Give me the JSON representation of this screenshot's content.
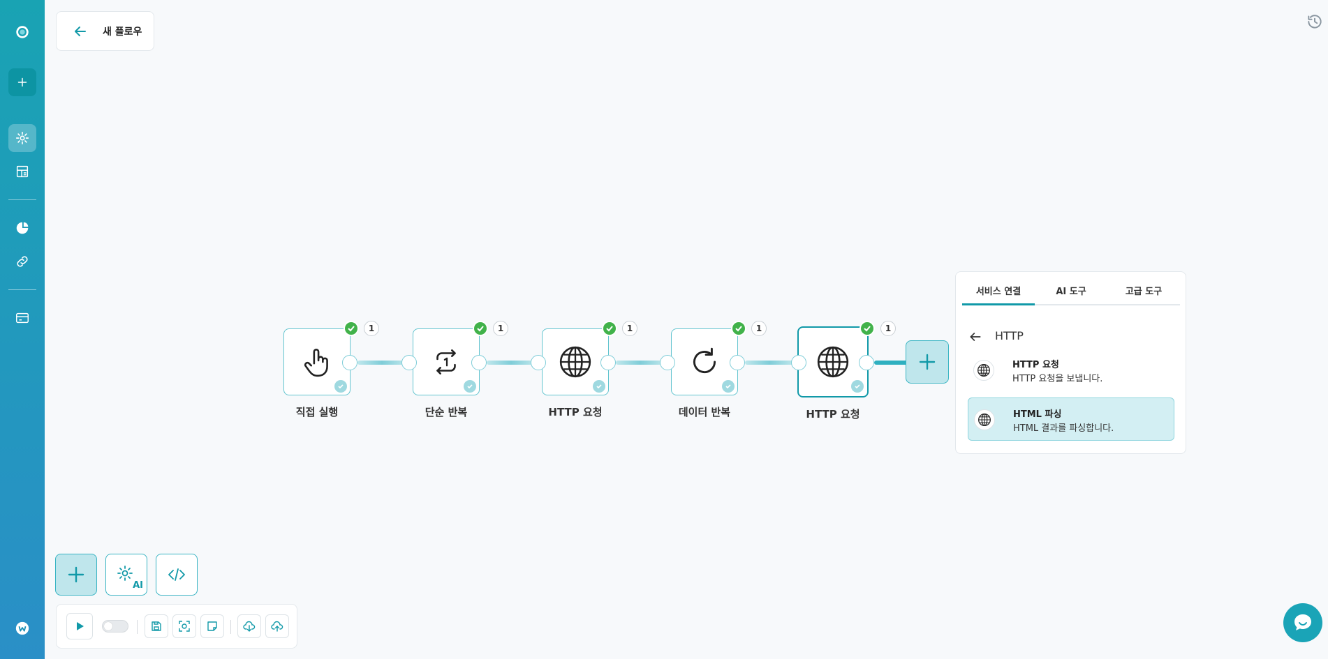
{
  "header": {
    "title": "새 플로우"
  },
  "flow": {
    "nodes": [
      {
        "label": "직접 실행",
        "icon": "hand-pointer-icon",
        "count": "1"
      },
      {
        "label": "단순 반복",
        "icon": "repeat-icon",
        "count": "1"
      },
      {
        "label": "HTTP 요청",
        "icon": "globe-icon",
        "count": "1"
      },
      {
        "label": "데이터 반복",
        "icon": "refresh-icon",
        "count": "1"
      },
      {
        "label": "HTTP 요청",
        "icon": "globe-icon",
        "count": "1"
      }
    ]
  },
  "panel": {
    "tabs": [
      {
        "label": "서비스 연결"
      },
      {
        "label": "AI 도구"
      },
      {
        "label": "고급 도구"
      }
    ],
    "heading": "HTTP",
    "options": [
      {
        "title": "HTTP 요청",
        "description": "HTTP 요청을 보냅니다."
      },
      {
        "title": "HTML 파싱",
        "description": "HTML 결과를 파싱합니다."
      }
    ]
  },
  "tools": {
    "ai_label": "AI"
  },
  "colors": {
    "accent": "#1199a8",
    "success": "#41b24a",
    "sidebar_top": "#19a3b3",
    "sidebar_bottom": "#2a8fc7"
  }
}
